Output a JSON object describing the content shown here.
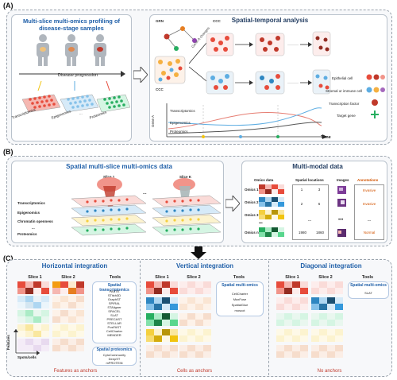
{
  "panel_a": {
    "label": "(A)",
    "left_title": "Multi-slice multi-omics profiling of disease-stage samples",
    "progression": "Disease progression",
    "omics": [
      "Transcriptomics",
      "Epigenomics",
      "...",
      "Proteomics"
    ],
    "right_title": "Spatial-temporal analysis",
    "grn": "GRN",
    "ccc": "CCC",
    "gene_a": "Gene A",
    "time": "Time",
    "curves": [
      "Transcriptomics",
      "Epigenomics",
      "Proteomics"
    ],
    "dynamic_label": "Gene A changes",
    "legend": [
      "Epithelial cell",
      "Stromal or immune cell",
      "Transcription factor",
      "Target gene"
    ],
    "curve_colors": [
      "#e67e73",
      "#5dade2",
      "#555555"
    ]
  },
  "panel_b": {
    "label": "(B)",
    "left_title": "Spatial multi-slice multi-omics data",
    "slice1": "Slice 1",
    "sliceK": "Slice K",
    "dots": "...",
    "layers": [
      "Transcriptomics",
      "Epigenomics",
      "Chromatin openness",
      "...",
      "Proteomics"
    ],
    "right_title": "Multi-modal data",
    "col_omics": "Omics data",
    "col_spatial": "Spatial locations",
    "col_images": "Images",
    "col_ann": "Annotations",
    "omics_rows": [
      "Omics 1",
      "Omics 2",
      "Omics 3",
      "Omics n"
    ],
    "spatial": [
      [
        "1",
        "3"
      ],
      [
        "2",
        "6"
      ],
      [
        "...",
        ""
      ],
      [
        "1980",
        "1860"
      ]
    ],
    "ann": [
      "Invasive",
      "Invasive",
      "...",
      "Normal"
    ]
  },
  "panel_c": {
    "label": "(C)",
    "horizontal": {
      "title": "Horizontal integration",
      "slice1": "Slice 1",
      "slice2": "Slice 2",
      "tools": "Tools",
      "group1": "Spatial transcriptomics",
      "list1": [
        "PASTE",
        "STitch3D",
        "GraphST",
        "SPIRAL",
        "STAligner",
        "SPACEL",
        "SLAT",
        "PRECAST",
        "STELLAR",
        "PosFAST",
        "CellCharter",
        "MENDER"
      ],
      "group2": "Spatial proteomics",
      "list2": [
        "CytoCommunity",
        "DeepST",
        "mPROTEIN"
      ],
      "axis_y": "Features",
      "axis_x": "Spots/cells",
      "anchor": "Features as anchors"
    },
    "vertical": {
      "title": "Vertical integration",
      "slice1": "Slice 1",
      "slice2": "Slice 2",
      "tools": "Tools",
      "group1": "Spatial multi-omics",
      "list1": [
        "CellCharter",
        "MaxFuse",
        "SpatialGlue",
        "moscot"
      ],
      "anchor": "Cells as anchors"
    },
    "diagonal": {
      "title": "Diagonal integration",
      "slice1": "Slice 1",
      "slice2": "Slice 2",
      "tools": "Tools",
      "group1": "Spatial multi-omics",
      "list1": [
        "SLAT"
      ],
      "anchor": "No anchors"
    }
  }
}
